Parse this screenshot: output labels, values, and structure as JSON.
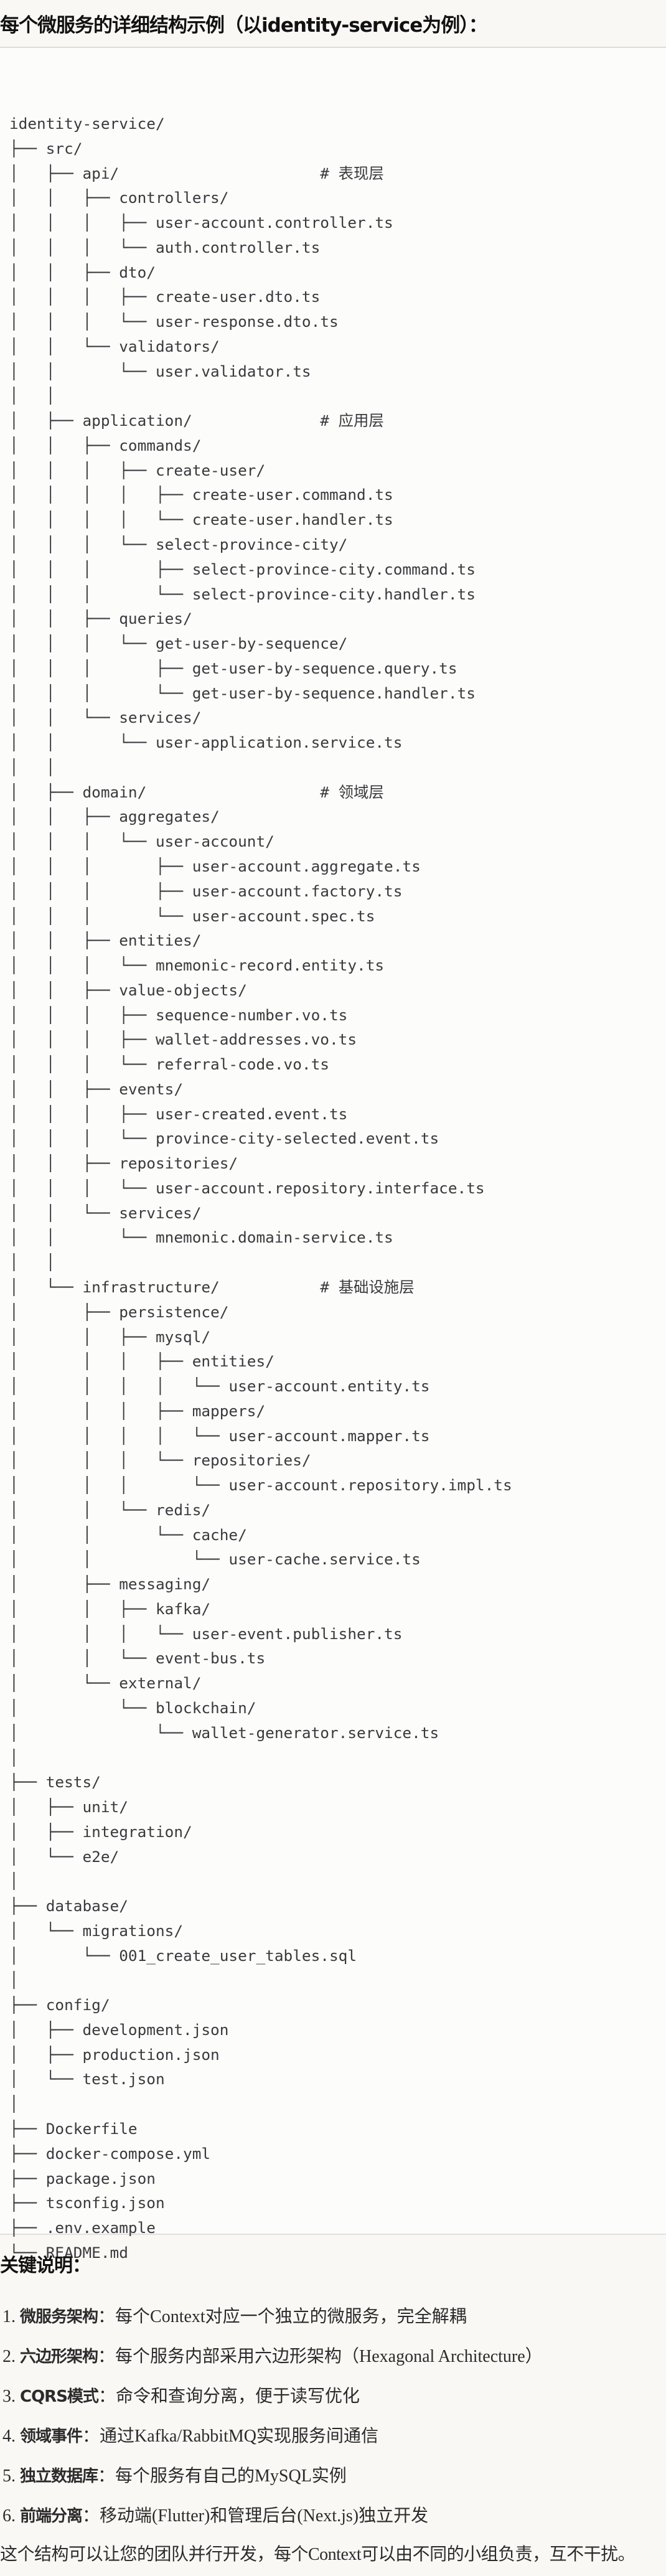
{
  "title": "每个微服务的详细结构示例（以identity-service为例）：",
  "tree": [
    "identity-service/",
    "├── src/",
    "│   ├── api/                      # 表现层",
    "│   │   ├── controllers/",
    "│   │   │   ├── user-account.controller.ts",
    "│   │   │   └── auth.controller.ts",
    "│   │   ├── dto/",
    "│   │   │   ├── create-user.dto.ts",
    "│   │   │   └── user-response.dto.ts",
    "│   │   └── validators/",
    "│   │       └── user.validator.ts",
    "│   │",
    "│   ├── application/              # 应用层",
    "│   │   ├── commands/",
    "│   │   │   ├── create-user/",
    "│   │   │   │   ├── create-user.command.ts",
    "│   │   │   │   └── create-user.handler.ts",
    "│   │   │   └── select-province-city/",
    "│   │   │       ├── select-province-city.command.ts",
    "│   │   │       └── select-province-city.handler.ts",
    "│   │   ├── queries/",
    "│   │   │   └── get-user-by-sequence/",
    "│   │   │       ├── get-user-by-sequence.query.ts",
    "│   │   │       └── get-user-by-sequence.handler.ts",
    "│   │   └── services/",
    "│   │       └── user-application.service.ts",
    "│   │",
    "│   ├── domain/                   # 领域层",
    "│   │   ├── aggregates/",
    "│   │   │   └── user-account/",
    "│   │   │       ├── user-account.aggregate.ts",
    "│   │   │       ├── user-account.factory.ts",
    "│   │   │       └── user-account.spec.ts",
    "│   │   ├── entities/",
    "│   │   │   └── mnemonic-record.entity.ts",
    "│   │   ├── value-objects/",
    "│   │   │   ├── sequence-number.vo.ts",
    "│   │   │   ├── wallet-addresses.vo.ts",
    "│   │   │   └── referral-code.vo.ts",
    "│   │   ├── events/",
    "│   │   │   ├── user-created.event.ts",
    "│   │   │   └── province-city-selected.event.ts",
    "│   │   ├── repositories/",
    "│   │   │   └── user-account.repository.interface.ts",
    "│   │   └── services/",
    "│   │       └── mnemonic.domain-service.ts",
    "│   │",
    "│   └── infrastructure/           # 基础设施层",
    "│       ├── persistence/",
    "│       │   ├── mysql/",
    "│       │   │   ├── entities/",
    "│       │   │   │   └── user-account.entity.ts",
    "│       │   │   ├── mappers/",
    "│       │   │   │   └── user-account.mapper.ts",
    "│       │   │   └── repositories/",
    "│       │   │       └── user-account.repository.impl.ts",
    "│       │   └── redis/",
    "│       │       └── cache/",
    "│       │           └── user-cache.service.ts",
    "│       ├── messaging/",
    "│       │   ├── kafka/",
    "│       │   │   └── user-event.publisher.ts",
    "│       │   └── event-bus.ts",
    "│       └── external/",
    "│           └── blockchain/",
    "│               └── wallet-generator.service.ts",
    "│",
    "├── tests/",
    "│   ├── unit/",
    "│   ├── integration/",
    "│   └── e2e/",
    "│",
    "├── database/",
    "│   └── migrations/",
    "│       └── 001_create_user_tables.sql",
    "│",
    "├── config/",
    "│   ├── development.json",
    "│   ├── production.json",
    "│   └── test.json",
    "│",
    "├── Dockerfile",
    "├── docker-compose.yml",
    "├── package.json",
    "├── tsconfig.json",
    "├── .env.example",
    "└── README.md"
  ],
  "notes": {
    "heading": "关键说明：",
    "items": [
      {
        "num": "1. ",
        "label": "微服务架构",
        "text": "：每个Context对应一个独立的微服务，完全解耦"
      },
      {
        "num": "2. ",
        "label": "六边形架构",
        "text": "：每个服务内部采用六边形架构（Hexagonal Architecture）"
      },
      {
        "num": "3. ",
        "label": "CQRS模式",
        "text": "：命令和查询分离，便于读写优化"
      },
      {
        "num": "4. ",
        "label": "领域事件",
        "text": "：通过Kafka/RabbitMQ实现服务间通信"
      },
      {
        "num": "5. ",
        "label": "独立数据库",
        "text": "：每个服务有自己的MySQL实例"
      },
      {
        "num": "6. ",
        "label": "前端分离",
        "text": "：移动端(Flutter)和管理后台(Next.js)独立开发"
      }
    ],
    "summary": "这个结构可以让您的团队并行开发，每个Context可以由不同的小组负责，互不干扰。"
  }
}
